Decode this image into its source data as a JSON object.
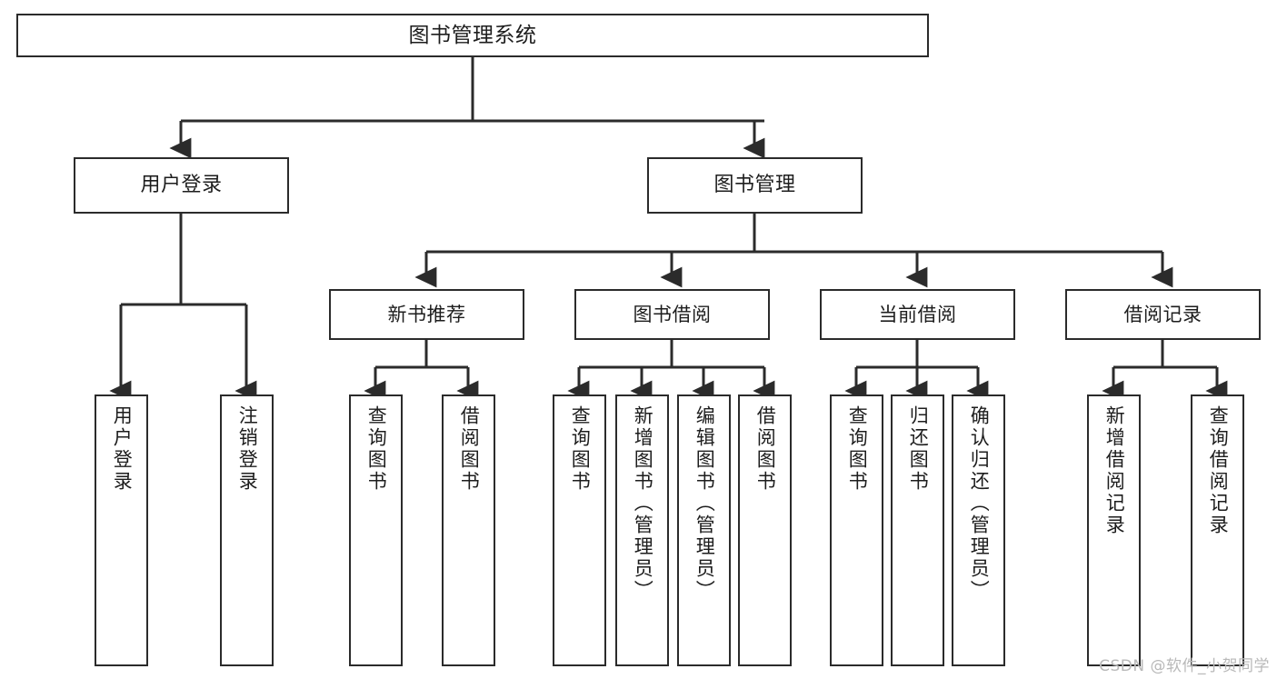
{
  "diagram": {
    "title": "图书管理系统",
    "type": "tree-hierarchy-diagram",
    "root": {
      "label": "图书管理系统"
    },
    "level1": [
      {
        "label": "用户登录"
      },
      {
        "label": "图书管理"
      }
    ],
    "level2": [
      {
        "label": "新书推荐"
      },
      {
        "label": "图书借阅"
      },
      {
        "label": "当前借阅"
      },
      {
        "label": "借阅记录"
      }
    ],
    "leaves": [
      {
        "label": "用户登录"
      },
      {
        "label": "注销登录"
      },
      {
        "label": "查询图书"
      },
      {
        "label": "借阅图书"
      },
      {
        "label": "查询图书"
      },
      {
        "label": "新增图书（管理员）"
      },
      {
        "label": "编辑图书（管理员）"
      },
      {
        "label": "借阅图书"
      },
      {
        "label": "查询图书"
      },
      {
        "label": "归还图书"
      },
      {
        "label": "确认归还（管理员）"
      },
      {
        "label": "新增借阅记录"
      },
      {
        "label": "查询借阅记录"
      }
    ]
  },
  "watermark": {
    "text": "CSDN @软件_小贺同学"
  },
  "colors": {
    "border": "#2b2b2b",
    "background": "#ffffff",
    "text": "#1d1d1d",
    "watermark": "#b9b9b9"
  }
}
